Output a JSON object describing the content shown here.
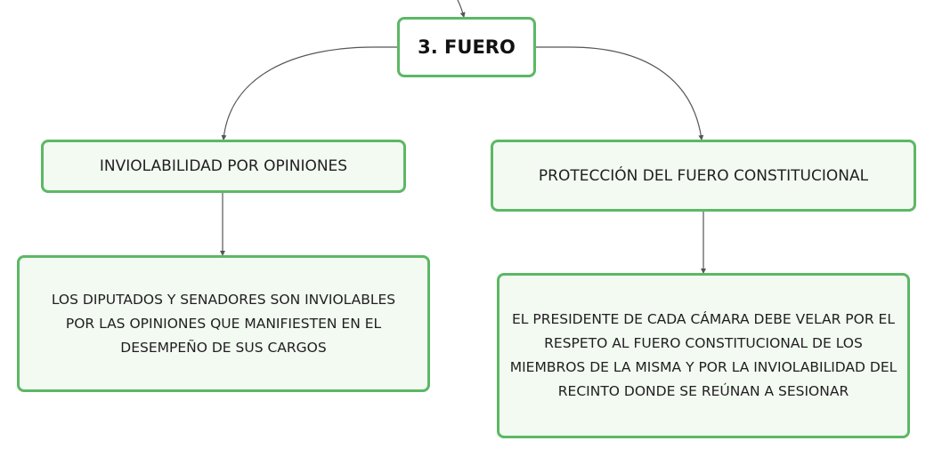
{
  "diagram": {
    "root": {
      "label": "3. FUERO"
    },
    "left_branch": {
      "label": "INVIOLABILIDAD POR OPINIONES",
      "detail": "LOS DIPUTADOS Y SENADORES SON INVIOLABLES POR LAS OPINIONES QUE MANIFIESTEN EN EL DESEMPEÑO DE SUS CARGOS"
    },
    "right_branch": {
      "label": "PROTECCIÓN DEL FUERO CONSTITUCIONAL",
      "detail": "EL PRESIDENTE DE CADA CÁMARA DEBE VELAR POR EL RESPETO AL FUERO CONSTITUCIONAL DE LOS MIEMBROS DE LA MISMA Y POR LA INVIOLABILIDAD DEL RECINTO DONDE SE REÚNAN A SESIONAR"
    },
    "colors": {
      "node_border": "#5cb865",
      "node_fill": "#f3faf2",
      "connector": "#555555"
    }
  }
}
